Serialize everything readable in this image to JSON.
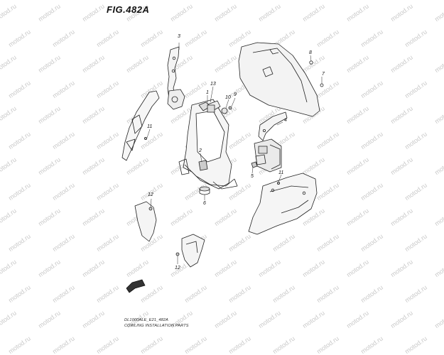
{
  "figure": {
    "title": "FIG.482A",
    "caption_line1": "DL1000ALE_E21_482A",
    "caption_line2": "COWLING INSTALLATION PARTS",
    "fwd_label": "FWD"
  },
  "watermark": "motod.ru",
  "callouts": [
    {
      "id": "c3",
      "label": "3"
    },
    {
      "id": "c13",
      "label": "13"
    },
    {
      "id": "c1",
      "label": "1"
    },
    {
      "id": "c10",
      "label": "10"
    },
    {
      "id": "c9",
      "label": "9"
    },
    {
      "id": "c8",
      "label": "8"
    },
    {
      "id": "c7",
      "label": "7"
    },
    {
      "id": "c11a",
      "label": "11"
    },
    {
      "id": "c4",
      "label": "4"
    },
    {
      "id": "c2",
      "label": "2"
    },
    {
      "id": "c5",
      "label": "5"
    },
    {
      "id": "c11b",
      "label": "11"
    },
    {
      "id": "c6",
      "label": "6"
    },
    {
      "id": "c12a",
      "label": "12"
    },
    {
      "id": "c12b",
      "label": "12"
    }
  ]
}
